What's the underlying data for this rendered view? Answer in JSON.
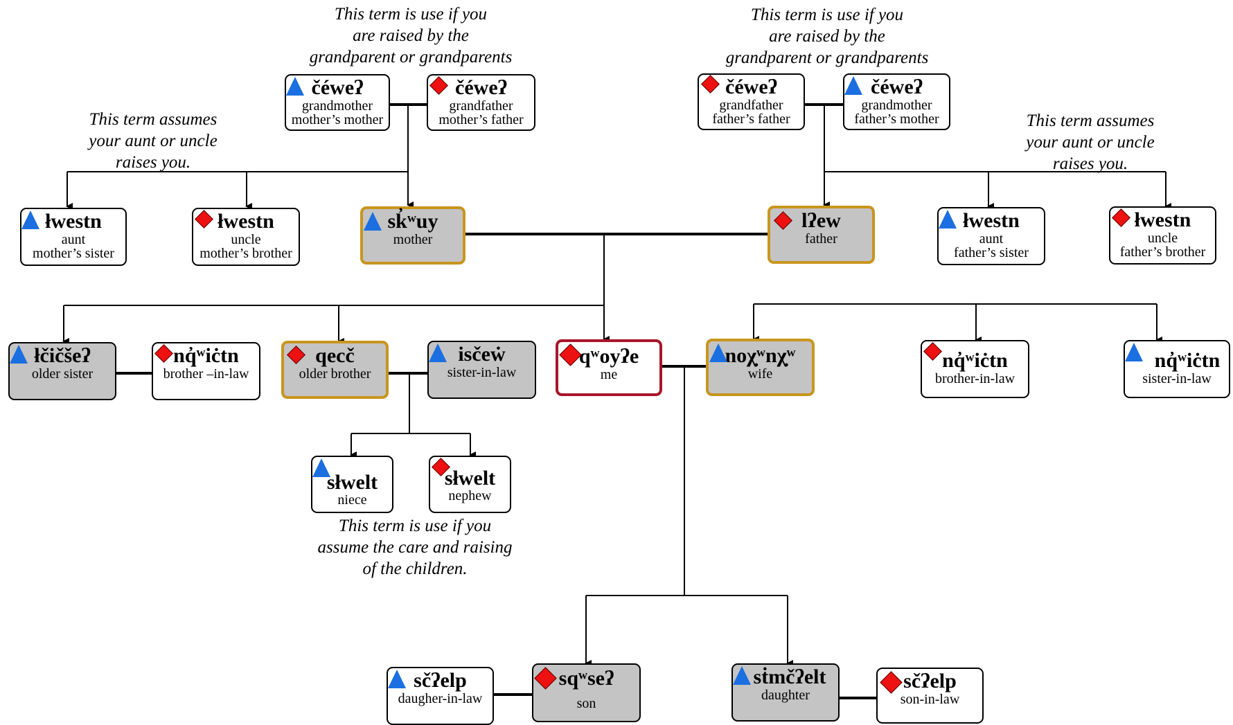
{
  "notes": {
    "raised_grandparent_left": [
      "This term is use if you",
      "are raised by the",
      "grandparent or grandparents"
    ],
    "raised_grandparent_right": [
      "This term is use if you",
      "are raised by the",
      "grandparent or grandparents"
    ],
    "aunt_uncle_left": [
      "This term assumes",
      "your aunt or uncle",
      "raises you."
    ],
    "aunt_uncle_right": [
      "This term assumes",
      "your aunt or uncle",
      "raises you."
    ],
    "care_children": [
      "This term is use if you",
      "assume the care and raising",
      "of the children."
    ]
  },
  "nodes": {
    "gm_mother": {
      "term": "čéweʔ",
      "gloss1": "grandmother",
      "gloss2": "mother’s mother",
      "symbol": "triangle"
    },
    "gf_mother": {
      "term": "čéweʔ",
      "gloss1": "grandfather",
      "gloss2": "mother’s father",
      "symbol": "diamond"
    },
    "gf_father": {
      "term": "čéweʔ",
      "gloss1": "grandfather",
      "gloss2": "father’s father",
      "symbol": "diamond"
    },
    "gm_father": {
      "term": "čéweʔ",
      "gloss1": "grandmother",
      "gloss2": "father’s mother",
      "symbol": "triangle"
    },
    "aunt_m": {
      "term": "łwestn",
      "gloss1": "aunt",
      "gloss2": "mother’s sister",
      "symbol": "triangle"
    },
    "uncle_m": {
      "term": "łwestn",
      "gloss1": "uncle",
      "gloss2": "mother’s brother",
      "symbol": "diamond"
    },
    "mother": {
      "term": "sk̓ʷuy",
      "gloss1": "mother",
      "symbol": "triangle"
    },
    "father": {
      "term": "lʔew",
      "gloss1": "father",
      "symbol": "diamond"
    },
    "aunt_f": {
      "term": "łwestn",
      "gloss1": "aunt",
      "gloss2": "father’s sister",
      "symbol": "triangle"
    },
    "uncle_f": {
      "term": "łwestn",
      "gloss1": "uncle",
      "gloss2": "father’s brother",
      "symbol": "diamond"
    },
    "older_sister": {
      "term": "łčičšeʔ",
      "gloss1": "older sister",
      "symbol": "triangle"
    },
    "bil_1": {
      "term": "nq̓ʷiċtn",
      "gloss1": "brother –in-law",
      "symbol": "diamond"
    },
    "older_brother": {
      "term": "qecč",
      "gloss1": "older brother",
      "symbol": "diamond"
    },
    "sil_1": {
      "term": "isčeẇ",
      "gloss1": "sister-in-law",
      "symbol": "triangle"
    },
    "me": {
      "term": "qʷoyʔe",
      "gloss1": "me",
      "symbol": "diamond"
    },
    "wife": {
      "term": "noχ̣ʷnχ̣ʷ",
      "gloss1": "wife",
      "symbol": "triangle"
    },
    "bil_2": {
      "term": "nq̓ʷiċtn",
      "gloss1": "brother-in-law",
      "symbol": "diamond"
    },
    "sil_2": {
      "term": "nq̓ʷiċtn",
      "gloss1": "sister-in-law",
      "symbol": "triangle"
    },
    "niece": {
      "term": "słwelt",
      "gloss1": "niece",
      "symbol": "triangle"
    },
    "nephew": {
      "term": "słwelt",
      "gloss1": "nephew",
      "symbol": "diamond"
    },
    "dil": {
      "term": "sčʔelp",
      "gloss1": "daugher-in-law",
      "symbol": "triangle"
    },
    "son": {
      "term": "sqʷseʔ",
      "gloss1": "son",
      "symbol": "diamond"
    },
    "daughter": {
      "term": "sṫmčʔelt",
      "gloss1": "daughter",
      "symbol": "triangle"
    },
    "sil_son": {
      "term": "sčʔelp",
      "gloss1": "son-in-law",
      "symbol": "diamond"
    }
  },
  "colors": {
    "male_symbol": "#ee1111",
    "female_symbol": "#1b6fe0",
    "highlight_border": "#c8951e",
    "self_border": "#a8162a",
    "shaded_fill": "#c4c4c4"
  }
}
